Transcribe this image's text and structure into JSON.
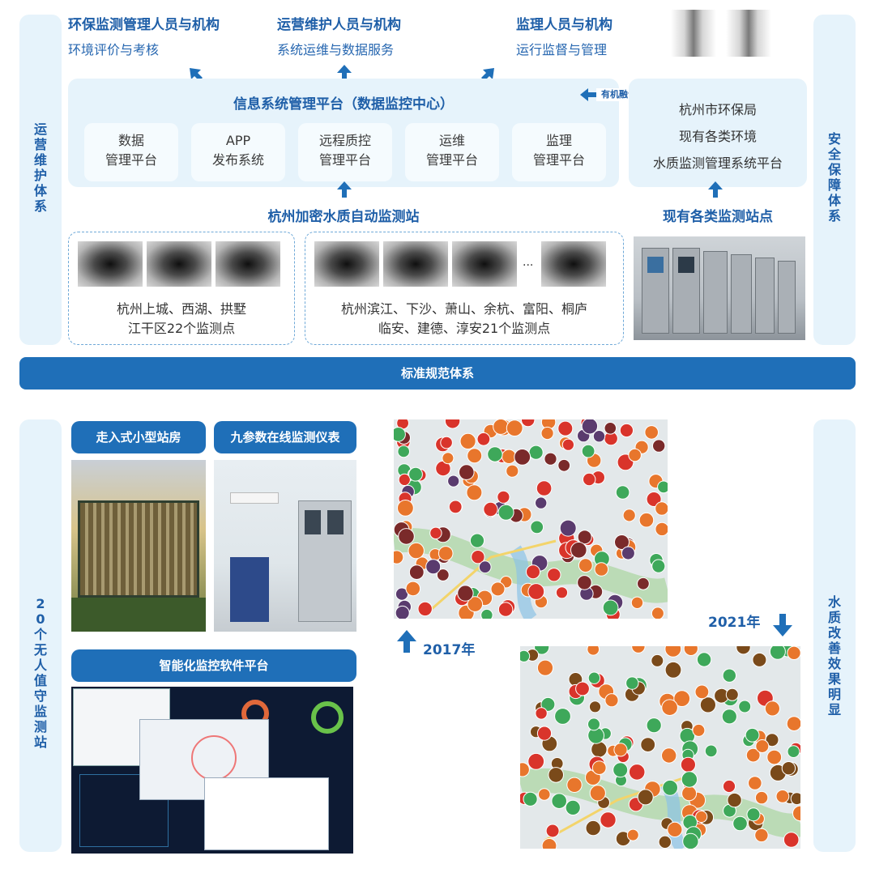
{
  "top": {
    "left_vertical_label": "运营维护体系",
    "right_vertical_label": "安全保障体系",
    "groups": [
      {
        "title": "环保监测管理人员与机构",
        "subtitle": "环境评价与考核"
      },
      {
        "title": "运营维护人员与机构",
        "subtitle": "系统运维与数据服务"
      },
      {
        "title": "监理人员与机构",
        "subtitle": "运行监督与管理"
      }
    ],
    "platform_title": "信息系统管理平台（数据监控中心）",
    "fusion_label": "有机融合",
    "modules": [
      {
        "line1": "数据",
        "line2": "管理平台"
      },
      {
        "line1": "APP",
        "line2": "发布系统"
      },
      {
        "line1": "远程质控",
        "line2": "管理平台"
      },
      {
        "line1": "运维",
        "line2": "管理平台"
      },
      {
        "line1": "监理",
        "line2": "管理平台"
      }
    ],
    "bureau_lines": [
      "杭州市环保局",
      "现有各类环境",
      "水质监测管理系统平台"
    ],
    "station_label": "杭州加密水质自动监测站",
    "existing_label": "现有各类监测站点",
    "group_left_caption": [
      "杭州上城、西湖、拱墅",
      "江干区22个监测点"
    ],
    "group_right_caption": [
      "杭州滨江、下沙、萧山、余杭、富阳、桐庐",
      "临安、建德、淳安21个监测点"
    ],
    "ellipsis": "..."
  },
  "standard_bar": "标准规范体系",
  "bottom": {
    "left_vertical_label": "20个无人值守监测站",
    "right_vertical_label": "水质改善效果明显",
    "pill_station": "走入式小型站房",
    "pill_instrument": "九参数在线监测仪表",
    "pill_software": "智能化监控软件平台",
    "year_2017": "2017年",
    "year_2021": "2021年"
  },
  "colors": {
    "primary": "#1f6fb8",
    "panel": "#e6f3fb",
    "text_blue": "#1f5fa8"
  }
}
